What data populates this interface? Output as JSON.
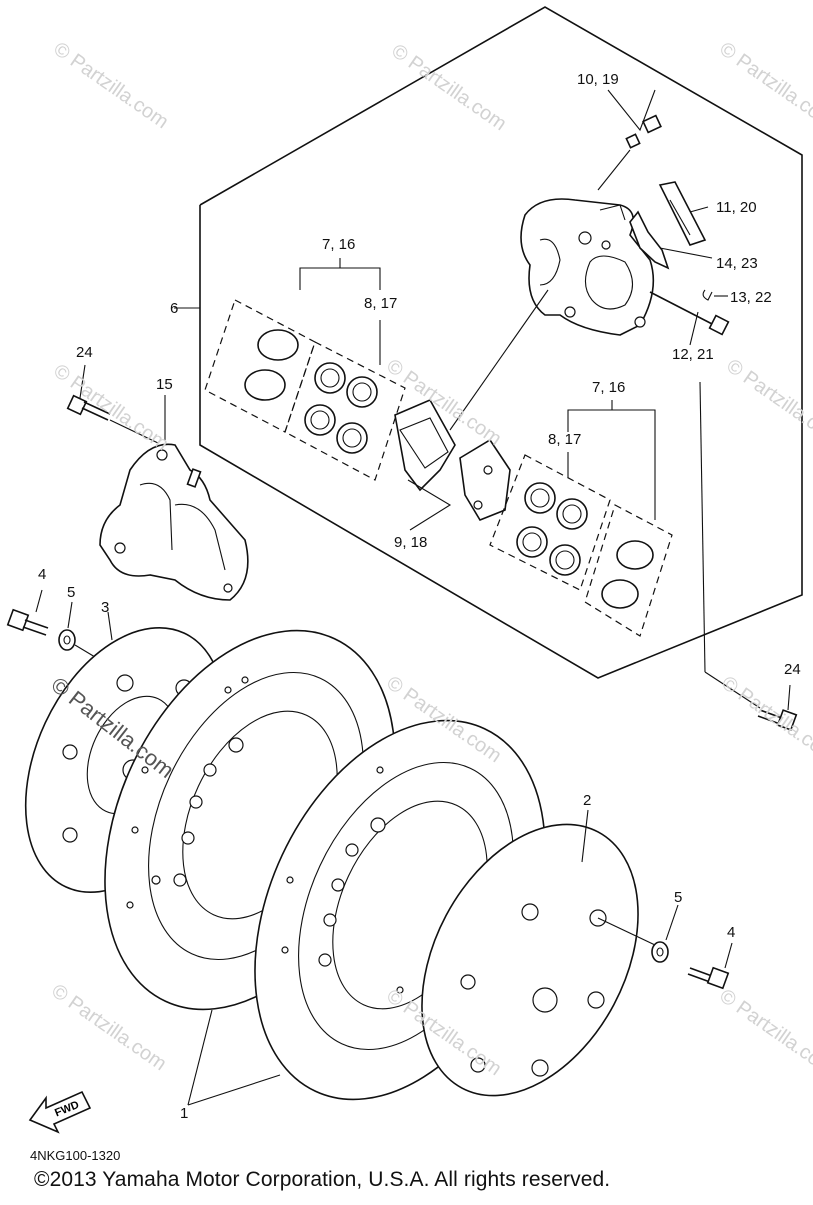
{
  "callouts": {
    "c_10_19": "10, 19",
    "c_11_20": "11, 20",
    "c_14_23": "14, 23",
    "c_13_22": "13, 22",
    "c_12_21": "12, 21",
    "c_7_16_a": "7, 16",
    "c_8_17_a": "8, 17",
    "c_6": "6",
    "c_24_a": "24",
    "c_15": "15",
    "c_7_16_b": "7, 16",
    "c_8_17_b": "8, 17",
    "c_9_18": "9, 18",
    "c_4_a": "4",
    "c_5_a": "5",
    "c_3": "3",
    "c_24_b": "24",
    "c_2": "2",
    "c_5_b": "5",
    "c_4_b": "4",
    "c_1": "1"
  },
  "fwd_label": "FWD",
  "diagram_code": "4NKG100-1320",
  "copyright": "©2013  Yamaha Motor Corporation, U.S.A. All rights reserved.",
  "watermark": "© Partzilla.com"
}
